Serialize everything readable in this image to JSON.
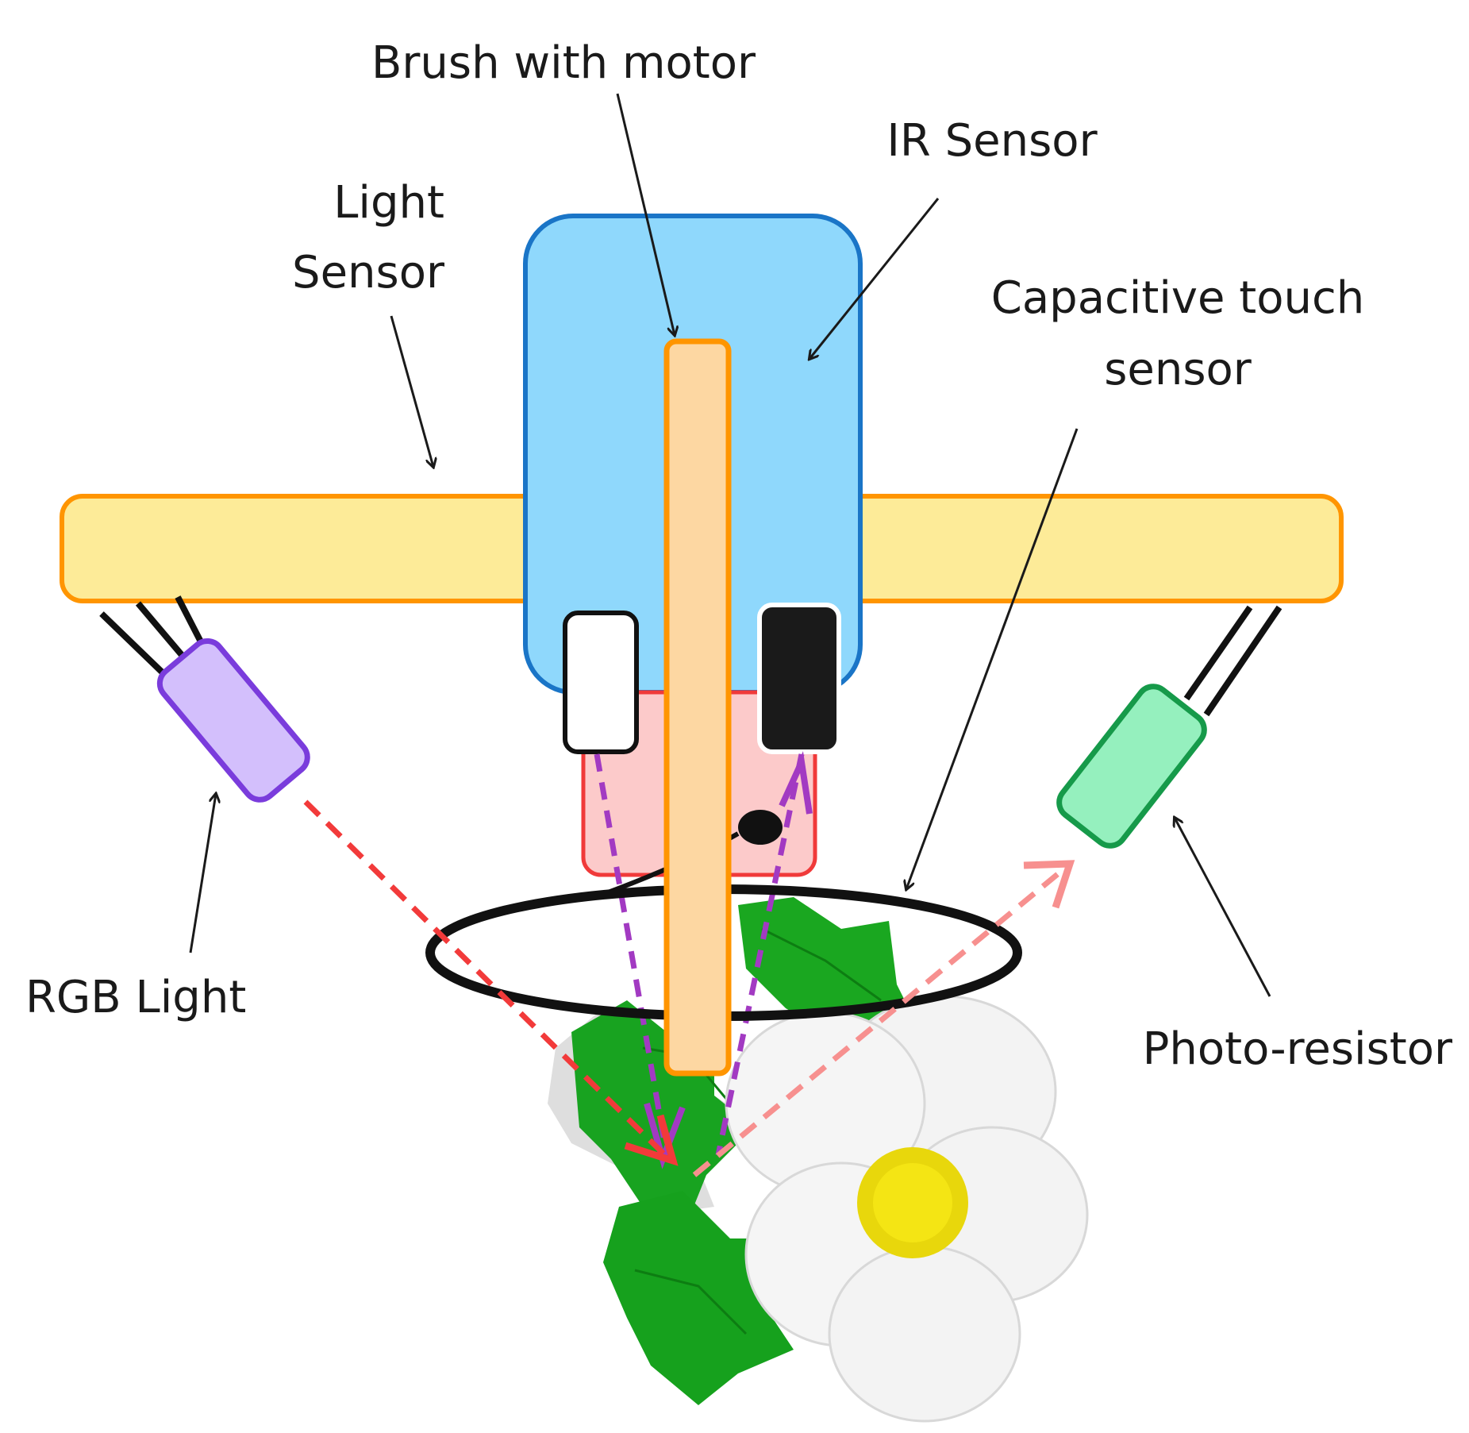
{
  "labels": {
    "brush_with_motor": "Brush with motor",
    "ir_sensor": "IR Sensor",
    "light_sensor_line1": "Light",
    "light_sensor_line2": "Sensor",
    "capacitive_line1": "Capacitive touch",
    "capacitive_line2": "sensor",
    "rgb_light": "RGB Light",
    "photo_resistor": "Photo-resistor"
  },
  "colors": {
    "crossbar_fill": "#fdeb98",
    "crossbar_stroke": "#ff9500",
    "ir_body_fill": "#8fd8fc",
    "ir_body_stroke": "#1a75c7",
    "brush_fill": "#fdd7a2",
    "brush_stroke": "#ff9500",
    "pink_block_fill": "#fccaca",
    "pink_block_stroke": "#f03a3a",
    "rgb_light_fill": "#d3bffc",
    "rgb_light_stroke": "#7a3cdc",
    "photo_resistor_fill": "#95f0be",
    "photo_resistor_stroke": "#169a4a",
    "red_beam": "#f23a3a",
    "pink_beam": "#f7908f",
    "purple_beam": "#a23ac2",
    "leaf_green": "#14a81c",
    "flower_center": "#f0dd10"
  }
}
